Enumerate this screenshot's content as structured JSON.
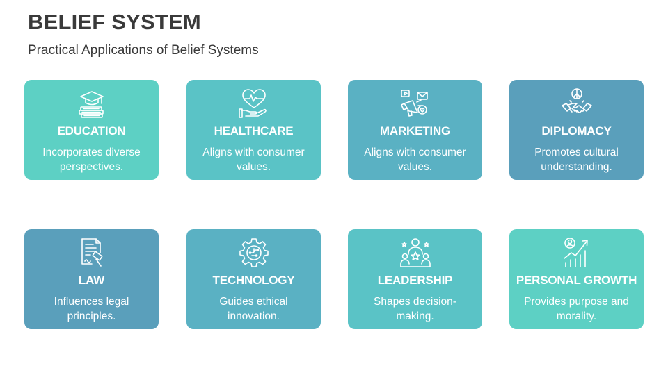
{
  "header": {
    "title": "BELIEF SYSTEM",
    "subtitle": "Practical Applications of Belief Systems"
  },
  "colors": {
    "teal_light": "#5dd0c4",
    "teal_mid": "#5ab8c4",
    "blue_mid": "#58a6bd",
    "blue_dark": "#5a9db9",
    "title_text": "#3a3a3a"
  },
  "cards": [
    {
      "label": "EDUCATION",
      "desc": "Incorporates diverse perspectives.",
      "icon": "graduation-books-icon",
      "color": "#5dd0c4"
    },
    {
      "label": "HEALTHCARE",
      "desc": "Aligns with consumer values.",
      "icon": "heart-hand-icon",
      "color": "#5ac3c6"
    },
    {
      "label": "MARKETING",
      "desc": "Aligns with consumer values.",
      "icon": "megaphone-icon",
      "color": "#5ab1c3"
    },
    {
      "label": "DIPLOMACY",
      "desc": "Promotes cultural understanding.",
      "icon": "peace-handshake-icon",
      "color": "#5a9fbb"
    },
    {
      "label": "LAW",
      "desc": "Influences legal principles.",
      "icon": "legal-document-gavel-icon",
      "color": "#5a9fbb"
    },
    {
      "label": "TECHNOLOGY",
      "desc": "Guides ethical innovation.",
      "icon": "gear-circuit-icon",
      "color": "#5ab1c3"
    },
    {
      "label": "LEADERSHIP",
      "desc": "Shapes decision-making.",
      "icon": "leader-stars-icon",
      "color": "#5ac3c6"
    },
    {
      "label": "PERSONAL GROWTH",
      "desc": "Provides purpose and morality.",
      "icon": "growth-chart-person-icon",
      "color": "#5dd0c4"
    }
  ]
}
